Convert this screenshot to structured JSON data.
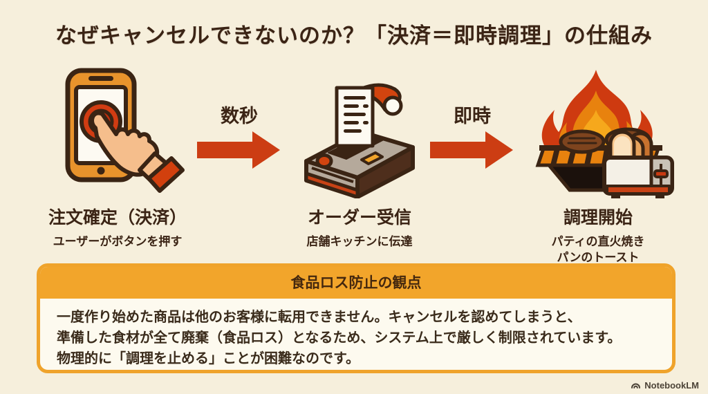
{
  "title": "なぜキャンセルできないのか？「決済＝即時調理」の仕組み",
  "flow": {
    "steps": [
      {
        "title": "注文確定（決済）",
        "subtitle_lines": [
          "ユーザーがボタンを押す"
        ],
        "icon": "smartphone-tap-icon"
      },
      {
        "title": "オーダー受信",
        "subtitle_lines": [
          "店舗キッチンに伝達"
        ],
        "icon": "receipt-printer-icon"
      },
      {
        "title": "調理開始",
        "subtitle_lines": [
          "パティの直火焼き",
          "パンのトースト"
        ],
        "icon": "grill-toaster-icon"
      }
    ],
    "arrows": [
      {
        "label": "数秒"
      },
      {
        "label": "即時"
      }
    ]
  },
  "note_box": {
    "header": "食品ロス防止の観点",
    "lines": [
      "一度作り始めた商品は他のお客様に転用できません。キャンセルを認めてしまうと、",
      "準備した食材が全て廃棄（食品ロス）となるため、システム上で厳しく制限されています。",
      "物理的に「調理を止める」ことが困難なのです。"
    ]
  },
  "watermark": {
    "label": "NotebookLM"
  },
  "colors": {
    "background": "#F6EFDC",
    "text_dark_brown": "#3B2415",
    "accent_red": "#CC3D13",
    "phone_orange": "#E8932C",
    "note_header_orange": "#F2A52B",
    "note_body_bg": "#FDFAEF"
  }
}
